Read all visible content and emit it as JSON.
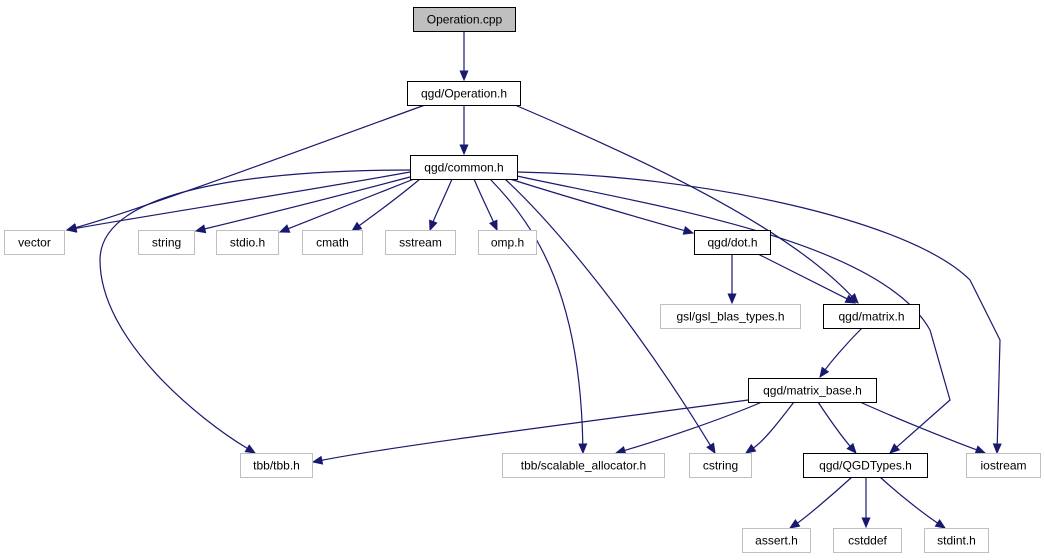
{
  "colors": {
    "edge": "#191970",
    "root_fill": "#bfbfbf",
    "documented_border": "#000000",
    "external_border": "#bfbfbf",
    "external_text": "#404040",
    "box_fill": "#ffffff"
  },
  "nodes": [
    {
      "id": "operation_cpp",
      "label": "Operation.cpp",
      "kind": "root"
    },
    {
      "id": "operation_h",
      "label": "qgd/Operation.h",
      "kind": "documented"
    },
    {
      "id": "common_h",
      "label": "qgd/common.h",
      "kind": "documented"
    },
    {
      "id": "vector",
      "label": "vector",
      "kind": "external"
    },
    {
      "id": "string",
      "label": "string",
      "kind": "external"
    },
    {
      "id": "stdio_h",
      "label": "stdio.h",
      "kind": "external"
    },
    {
      "id": "cmath",
      "label": "cmath",
      "kind": "external"
    },
    {
      "id": "sstream",
      "label": "sstream",
      "kind": "external"
    },
    {
      "id": "omp_h",
      "label": "omp.h",
      "kind": "external"
    },
    {
      "id": "dot_h",
      "label": "qgd/dot.h",
      "kind": "documented"
    },
    {
      "id": "gsl_blas",
      "label": "gsl/gsl_blas_types.h",
      "kind": "external"
    },
    {
      "id": "matrix_h",
      "label": "qgd/matrix.h",
      "kind": "documented"
    },
    {
      "id": "matrix_base_h",
      "label": "qgd/matrix_base.h",
      "kind": "documented"
    },
    {
      "id": "tbb_h",
      "label": "tbb/tbb.h",
      "kind": "external"
    },
    {
      "id": "scalable_alloc",
      "label": "tbb/scalable_allocator.h",
      "kind": "external"
    },
    {
      "id": "cstring",
      "label": "cstring",
      "kind": "external"
    },
    {
      "id": "qgdtypes_h",
      "label": "qgd/QGDTypes.h",
      "kind": "documented"
    },
    {
      "id": "iostream",
      "label": "iostream",
      "kind": "external"
    },
    {
      "id": "assert_h",
      "label": "assert.h",
      "kind": "external"
    },
    {
      "id": "cstddef",
      "label": "cstddef",
      "kind": "external"
    },
    {
      "id": "stdint_h",
      "label": "stdint.h",
      "kind": "external"
    }
  ],
  "edges": [
    {
      "from": "operation_cpp",
      "to": "operation_h"
    },
    {
      "from": "operation_h",
      "to": "vector"
    },
    {
      "from": "operation_h",
      "to": "common_h"
    },
    {
      "from": "operation_h",
      "to": "matrix_h"
    },
    {
      "from": "common_h",
      "to": "vector"
    },
    {
      "from": "common_h",
      "to": "string"
    },
    {
      "from": "common_h",
      "to": "stdio_h"
    },
    {
      "from": "common_h",
      "to": "cmath"
    },
    {
      "from": "common_h",
      "to": "sstream"
    },
    {
      "from": "common_h",
      "to": "omp_h"
    },
    {
      "from": "common_h",
      "to": "dot_h"
    },
    {
      "from": "common_h",
      "to": "tbb_h"
    },
    {
      "from": "common_h",
      "to": "scalable_alloc"
    },
    {
      "from": "common_h",
      "to": "cstring"
    },
    {
      "from": "common_h",
      "to": "qgdtypes_h"
    },
    {
      "from": "common_h",
      "to": "iostream"
    },
    {
      "from": "dot_h",
      "to": "gsl_blas"
    },
    {
      "from": "dot_h",
      "to": "matrix_h"
    },
    {
      "from": "matrix_h",
      "to": "matrix_base_h"
    },
    {
      "from": "matrix_base_h",
      "to": "tbb_h"
    },
    {
      "from": "matrix_base_h",
      "to": "scalable_alloc"
    },
    {
      "from": "matrix_base_h",
      "to": "cstring"
    },
    {
      "from": "matrix_base_h",
      "to": "qgdtypes_h"
    },
    {
      "from": "matrix_base_h",
      "to": "iostream"
    },
    {
      "from": "qgdtypes_h",
      "to": "assert_h"
    },
    {
      "from": "qgdtypes_h",
      "to": "cstddef"
    },
    {
      "from": "qgdtypes_h",
      "to": "stdint_h"
    }
  ]
}
